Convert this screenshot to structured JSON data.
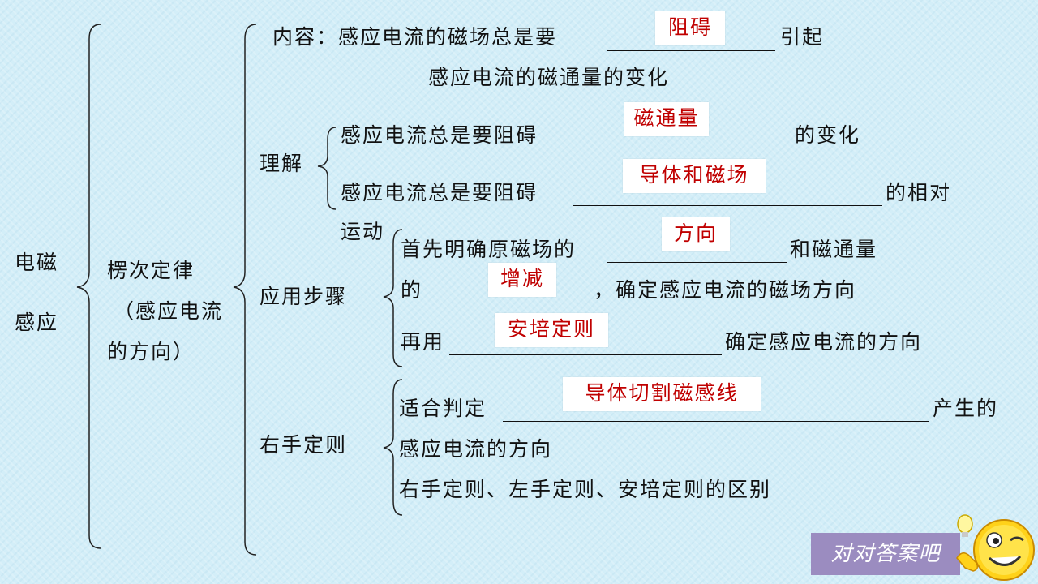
{
  "root": {
    "line1": "电磁",
    "line2": "感应"
  },
  "lenz": {
    "line1": "楞次定律",
    "line2": "（感应电流",
    "line3": "的方向）"
  },
  "content": {
    "label_prefix": "内容：感应电流的磁场总是要",
    "answer": "阻碍",
    "suffix": "引起",
    "line2": "感应电流的磁通量的变化"
  },
  "understanding": {
    "label": "理解",
    "item1": {
      "prefix": "感应电流总是要阻碍",
      "answer": "磁通量",
      "suffix": "的变化"
    },
    "item2": {
      "prefix": "感应电流总是要阻碍",
      "answer": "导体和磁场",
      "suffix": "的相对",
      "wrap": "运动"
    }
  },
  "steps": {
    "label": "应用步骤",
    "step1": {
      "prefix": "首先明确原磁场的",
      "answer": "方向",
      "suffix": "和磁通量"
    },
    "step2": {
      "prefix": "的",
      "answer": "增减",
      "suffix": "，确定感应电流的磁场方向"
    },
    "step3": {
      "prefix": "再用",
      "answer": "安培定则",
      "suffix": "确定感应电流的方向"
    }
  },
  "right_hand": {
    "label": "右手定则",
    "line1": {
      "prefix": "适合判定",
      "answer": "导体切割磁感线",
      "suffix": "产生的"
    },
    "line2": "感应电流的方向",
    "line3": "右手定则、左手定则、安培定则的区别"
  },
  "badge": {
    "label": "对对答案吧"
  },
  "icons": {
    "smiley": "smiley-lightbulb-icon"
  }
}
